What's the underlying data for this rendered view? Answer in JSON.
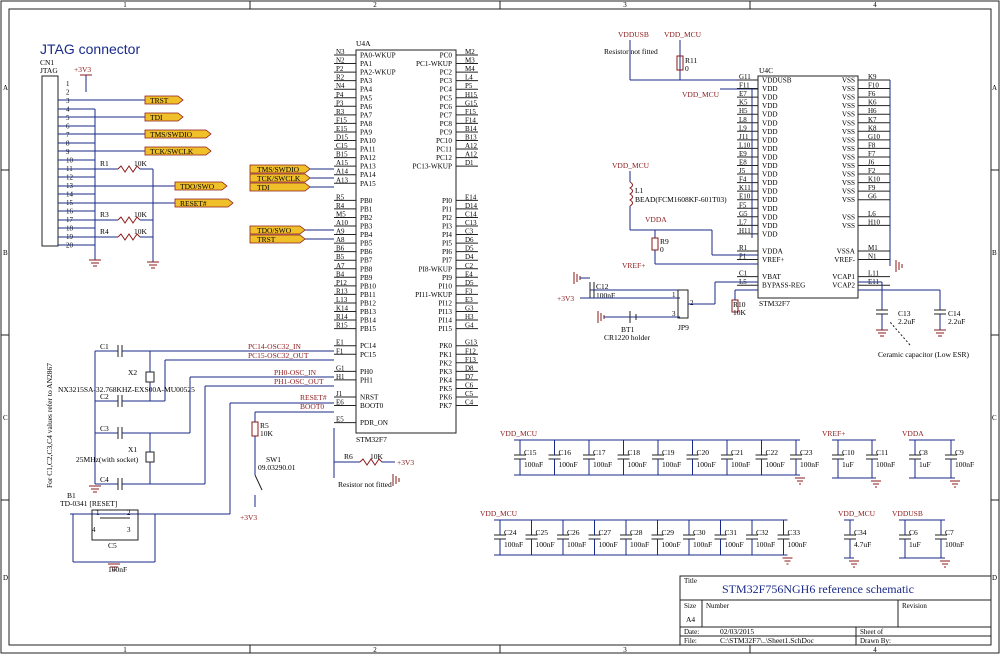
{
  "frame": {
    "columns": [
      "1",
      "2",
      "3",
      "4"
    ],
    "rows": [
      "A",
      "B",
      "C",
      "D"
    ]
  },
  "jtag": {
    "title": "JTAG connector",
    "ref": "CN1",
    "name": "JTAG",
    "supply": "+3V3",
    "pins": [
      "1",
      "2",
      "3",
      "4",
      "5",
      "6",
      "7",
      "8",
      "9",
      "10",
      "11",
      "12",
      "13",
      "14",
      "15",
      "16",
      "17",
      "18",
      "19",
      "20"
    ],
    "signals": [
      "TRST",
      "TDI",
      "TMS/SWDIO",
      "TCK/SWCLK",
      "TDO/SWO",
      "RESET#"
    ],
    "resistors": [
      {
        "ref": "R1",
        "val": "10K"
      },
      {
        "ref": "R3",
        "val": "10K"
      },
      {
        "ref": "R4",
        "val": "10K"
      }
    ]
  },
  "mcu_a": {
    "ref": "U4A",
    "part": "STM32F7",
    "left": [
      {
        "num": "N3",
        "name": "PA0-WKUP"
      },
      {
        "num": "N2",
        "name": "PA1"
      },
      {
        "num": "P2",
        "name": "PA2-WKUP"
      },
      {
        "num": "R2",
        "name": "PA3"
      },
      {
        "num": "N4",
        "name": "PA4"
      },
      {
        "num": "P4",
        "name": "PA5"
      },
      {
        "num": "P3",
        "name": "PA6"
      },
      {
        "num": "R3",
        "name": "PA7"
      },
      {
        "num": "F15",
        "name": "PA8"
      },
      {
        "num": "E15",
        "name": "PA9"
      },
      {
        "num": "D15",
        "name": "PA10"
      },
      {
        "num": "C15",
        "name": "PA11"
      },
      {
        "num": "B15",
        "name": "PA12"
      },
      {
        "num": "A15",
        "name": "PA13"
      },
      {
        "num": "A14",
        "name": "PA14"
      },
      {
        "num": "A13",
        "name": "PA15"
      },
      {
        "num": "",
        "name": ""
      },
      {
        "num": "R5",
        "name": "PB0"
      },
      {
        "num": "R4",
        "name": "PB1"
      },
      {
        "num": "M5",
        "name": "PB2"
      },
      {
        "num": "A10",
        "name": "PB3"
      },
      {
        "num": "A9",
        "name": "PB4"
      },
      {
        "num": "A8",
        "name": "PB5"
      },
      {
        "num": "B6",
        "name": "PB6"
      },
      {
        "num": "B5",
        "name": "PB7"
      },
      {
        "num": "A7",
        "name": "PB8"
      },
      {
        "num": "B4",
        "name": "PB9"
      },
      {
        "num": "P12",
        "name": "PB10"
      },
      {
        "num": "R13",
        "name": "PB11"
      },
      {
        "num": "L13",
        "name": "PB12"
      },
      {
        "num": "K14",
        "name": "PB13"
      },
      {
        "num": "R14",
        "name": "PB14"
      },
      {
        "num": "R15",
        "name": "PB15"
      },
      {
        "num": "",
        "name": ""
      },
      {
        "num": "E1",
        "name": "PC14"
      },
      {
        "num": "F1",
        "name": "PC15"
      },
      {
        "num": "",
        "name": ""
      },
      {
        "num": "G1",
        "name": "PH0"
      },
      {
        "num": "H1",
        "name": "PH1"
      },
      {
        "num": "",
        "name": ""
      },
      {
        "num": "J1",
        "name": "NRST"
      },
      {
        "num": "E6",
        "name": "BOOT0"
      },
      {
        "num": "",
        "name": ""
      },
      {
        "num": "E5",
        "name": "PDR_ON"
      }
    ],
    "right": [
      {
        "num": "M2",
        "name": "PC0"
      },
      {
        "num": "M3",
        "name": "PC1-WKUP"
      },
      {
        "num": "M4",
        "name": "PC2"
      },
      {
        "num": "L4",
        "name": "PC3"
      },
      {
        "num": "P5",
        "name": "PC4"
      },
      {
        "num": "H15",
        "name": "PC5"
      },
      {
        "num": "G15",
        "name": "PC6"
      },
      {
        "num": "F15",
        "name": "PC7"
      },
      {
        "num": "F14",
        "name": "PC8"
      },
      {
        "num": "B14",
        "name": "PC9"
      },
      {
        "num": "B13",
        "name": "PC10"
      },
      {
        "num": "A12",
        "name": "PC11"
      },
      {
        "num": "A12",
        "name": "PC12"
      },
      {
        "num": "D1",
        "name": "PC13-WKUP"
      },
      {
        "num": "",
        "name": ""
      },
      {
        "num": "",
        "name": ""
      },
      {
        "num": "",
        "name": ""
      },
      {
        "num": "E14",
        "name": "PI0"
      },
      {
        "num": "D14",
        "name": "PI1"
      },
      {
        "num": "C14",
        "name": "PI2"
      },
      {
        "num": "C13",
        "name": "PI3"
      },
      {
        "num": "C3",
        "name": "PI4"
      },
      {
        "num": "D6",
        "name": "PI5"
      },
      {
        "num": "D5",
        "name": "PI6"
      },
      {
        "num": "D4",
        "name": "PI7"
      },
      {
        "num": "C2",
        "name": "PI8-WKUP"
      },
      {
        "num": "E4",
        "name": "PI9"
      },
      {
        "num": "D5",
        "name": "PI10"
      },
      {
        "num": "F3",
        "name": "PI11-WKUP"
      },
      {
        "num": "E3",
        "name": "PI12"
      },
      {
        "num": "G3",
        "name": "PI13"
      },
      {
        "num": "H3",
        "name": "PI14"
      },
      {
        "num": "G4",
        "name": "PI15"
      },
      {
        "num": "",
        "name": ""
      },
      {
        "num": "G13",
        "name": "PK0"
      },
      {
        "num": "F12",
        "name": "PK1"
      },
      {
        "num": "F13",
        "name": "PK2"
      },
      {
        "num": "D8",
        "name": "PK3"
      },
      {
        "num": "D7",
        "name": "PK4"
      },
      {
        "num": "C6",
        "name": "PK5"
      },
      {
        "num": "C5",
        "name": "PK6"
      },
      {
        "num": "C4",
        "name": "PK7"
      }
    ],
    "nets_left": [
      "TMS/SWDIO",
      "TCK/SWCLK",
      "TDI",
      "TDO/SWO",
      "TRST"
    ],
    "nets_osc": [
      "PC14-OSC32_IN",
      "PC15-OSC32_OUT",
      "PH0-OSC_IN",
      "PH1-OSC_OUT",
      "RESET#",
      "BOOT0"
    ]
  },
  "osc": {
    "c1": "C1",
    "c2": "C2",
    "c3": "C3",
    "c4": "C4",
    "x2": "X2",
    "x1": "X1",
    "x2_part": "NX3215SA-32.768KHZ-EXS00A-MU00525",
    "x1_part": "25MHz(with socket)",
    "note": "For C1,C2,C3,C4 values refer to AN2867",
    "r5": "R5",
    "r5_val": "10K",
    "sw1": "SW1",
    "sw1_part": "09.03290.01",
    "sw_supply": "+3V3",
    "b1": "B1",
    "b1_part": "TD-0341 [RESET]",
    "c5": "C5",
    "c5_val": "100nF",
    "b1_pins": [
      "1",
      "2",
      "3",
      "4"
    ],
    "r6": "R6",
    "r6_val": "10K",
    "r6_supply": "+3V3",
    "r6_note": "Resistor not fitted"
  },
  "mcu_c": {
    "ref": "U4C",
    "part": "STM32F7",
    "vddusb": "VDDUSB",
    "vdd_mcu": "VDD_MCU",
    "r11": "R11",
    "r11_val": "0",
    "r11_note": "Resistor not fitted",
    "left": [
      {
        "num": "G11",
        "name": "VDDUSB"
      },
      {
        "num": "F11",
        "name": "VDD"
      },
      {
        "num": "E7",
        "name": "VDD"
      },
      {
        "num": "K5",
        "name": "VDD"
      },
      {
        "num": "H5",
        "name": "VDD"
      },
      {
        "num": "L8",
        "name": "VDD"
      },
      {
        "num": "L9",
        "name": "VDD"
      },
      {
        "num": "J11",
        "name": "VDD"
      },
      {
        "num": "L10",
        "name": "VDD"
      },
      {
        "num": "E9",
        "name": "VDD"
      },
      {
        "num": "E8",
        "name": "VDD"
      },
      {
        "num": "J5",
        "name": "VDD"
      },
      {
        "num": "F4",
        "name": "VDD"
      },
      {
        "num": "K11",
        "name": "VDD"
      },
      {
        "num": "E10",
        "name": "VDD"
      },
      {
        "num": "F5",
        "name": "VDD"
      },
      {
        "num": "G5",
        "name": "VDD"
      },
      {
        "num": "L7",
        "name": "VDD"
      },
      {
        "num": "H11",
        "name": "VDD"
      },
      {
        "num": "",
        "name": ""
      },
      {
        "num": "R1",
        "name": "VDDA"
      },
      {
        "num": "P1",
        "name": "VREF+"
      },
      {
        "num": "",
        "name": ""
      },
      {
        "num": "C1",
        "name": "VBAT"
      },
      {
        "num": "L5",
        "name": "BYPASS-REG"
      }
    ],
    "right": [
      {
        "num": "K9",
        "name": "VSS"
      },
      {
        "num": "F10",
        "name": "VSS"
      },
      {
        "num": "F6",
        "name": "VSS"
      },
      {
        "num": "K6",
        "name": "VSS"
      },
      {
        "num": "H6",
        "name": "VSS"
      },
      {
        "num": "K7",
        "name": "VSS"
      },
      {
        "num": "K8",
        "name": "VSS"
      },
      {
        "num": "G10",
        "name": "VSS"
      },
      {
        "num": "F8",
        "name": "VSS"
      },
      {
        "num": "F7",
        "name": "VSS"
      },
      {
        "num": "J6",
        "name": "VSS"
      },
      {
        "num": "F2",
        "name": "VSS"
      },
      {
        "num": "K10",
        "name": "VSS"
      },
      {
        "num": "F9",
        "name": "VSS"
      },
      {
        "num": "G6",
        "name": "VSS"
      },
      {
        "num": "",
        "name": ""
      },
      {
        "num": "L6",
        "name": "VSS"
      },
      {
        "num": "H10",
        "name": "VSS"
      },
      {
        "num": "",
        "name": ""
      },
      {
        "num": "",
        "name": ""
      },
      {
        "num": "M1",
        "name": "VSSA"
      },
      {
        "num": "N1",
        "name": "VREF-"
      },
      {
        "num": "",
        "name": ""
      },
      {
        "num": "L11",
        "name": "VCAP1"
      },
      {
        "num": "E11",
        "name": "VCAP2"
      }
    ],
    "l1": "L1",
    "l1_part": "BEAD(FCM1608KF-601T03)",
    "vdda": "VDDA",
    "r9": "R9",
    "r9_val": "0",
    "vref": "VREF+",
    "c12": "C12",
    "c12_val": "100nF",
    "supply": "+3V3",
    "bt1": "BT1",
    "bt1_part": "CR1220 holder",
    "jp9": "JP9",
    "jp_pins": [
      "1",
      "2",
      "3"
    ],
    "r10": "R10",
    "r10_val": "10K",
    "c13": "C13",
    "c13_val": "2.2uF",
    "c14": "C14",
    "c14_val": "2.2uF",
    "cap_note": "Ceramic capacitor (Low ESR)"
  },
  "decoupling": {
    "row1_net": "VDD_MCU",
    "row1": [
      {
        "ref": "C15",
        "val": "100nF"
      },
      {
        "ref": "C16",
        "val": "100nF"
      },
      {
        "ref": "C17",
        "val": "100nF"
      },
      {
        "ref": "C18",
        "val": "100nF"
      },
      {
        "ref": "C19",
        "val": "100nF"
      },
      {
        "ref": "C20",
        "val": "100nF"
      },
      {
        "ref": "C21",
        "val": "100nF"
      },
      {
        "ref": "C22",
        "val": "100nF"
      },
      {
        "ref": "C23",
        "val": "100nF"
      }
    ],
    "vref_net": "VREF+",
    "vref_caps": [
      {
        "ref": "C10",
        "val": "1uF"
      },
      {
        "ref": "C11",
        "val": "100nF"
      }
    ],
    "vdda_net": "VDDA",
    "vdda_caps": [
      {
        "ref": "C8",
        "val": "1uF"
      },
      {
        "ref": "C9",
        "val": "100nF"
      }
    ],
    "row2_net": "VDD_MCU",
    "row2": [
      {
        "ref": "C24",
        "val": "100nF"
      },
      {
        "ref": "C25",
        "val": "100nF"
      },
      {
        "ref": "C26",
        "val": "100nF"
      },
      {
        "ref": "C27",
        "val": "100nF"
      },
      {
        "ref": "C28",
        "val": "100nF"
      },
      {
        "ref": "C29",
        "val": "100nF"
      },
      {
        "ref": "C30",
        "val": "100nF"
      },
      {
        "ref": "C31",
        "val": "100nF"
      },
      {
        "ref": "C32",
        "val": "100nF"
      },
      {
        "ref": "C33",
        "val": "100nF"
      }
    ],
    "c34_net": "VDD_MCU",
    "c34": {
      "ref": "C34",
      "val": "4.7uF"
    },
    "usb_net": "VDDUSB",
    "usb_caps": [
      {
        "ref": "C6",
        "val": "1uF"
      },
      {
        "ref": "C7",
        "val": "100nF"
      }
    ]
  },
  "titleblock": {
    "title_label": "Title",
    "title": "STM32F756NGH6 reference schematic",
    "size_label": "Size",
    "size": "A4",
    "number_label": "Number",
    "revision_label": "Revision",
    "date_label": "Date:",
    "date": "02/03/2015",
    "sheet_label": "Sheet of",
    "file_label": "File:",
    "file": "C:\\STM32F7\\..\\Sheet1.SchDoc",
    "drawn_label": "Drawn By:"
  }
}
